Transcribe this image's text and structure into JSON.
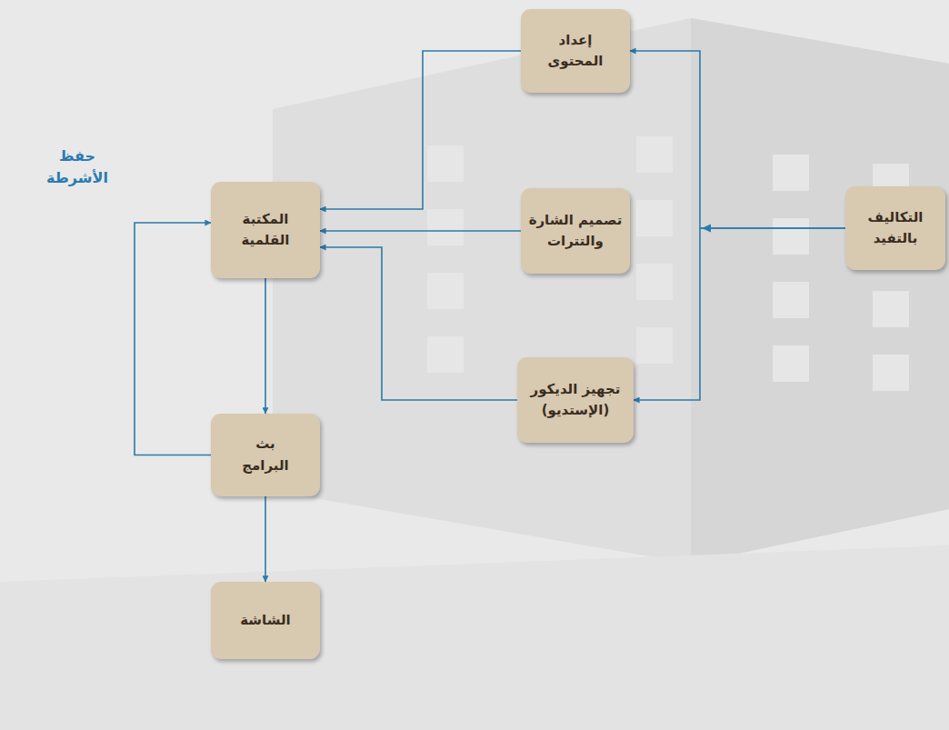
{
  "diagram": {
    "nodes": [
      {
        "text": [
          "التكاليف بالتفيد"
        ]
      },
      {
        "text": [
          "إعداد المحتوى"
        ]
      },
      {
        "text": [
          "تصميم الشارة والتترات"
        ]
      },
      {
        "text": [
          "تجهيز الديكور (الإستديو)"
        ]
      },
      {
        "text": [
          "المكتبة القلمية"
        ]
      },
      {
        "text": [
          "بث البرامج"
        ]
      },
      {
        "text": [
          "الشاشة"
        ]
      }
    ],
    "edges": [
      {
        "from": 0,
        "to": 1,
        "arrow": "to"
      },
      {
        "from": 0,
        "to": 3,
        "arrow": "to"
      },
      {
        "from": 1,
        "to": 4,
        "arrow": "to"
      },
      {
        "from": 2,
        "to": 4,
        "arrow": "to"
      },
      {
        "from": 3,
        "to": 4,
        "arrow": "to"
      },
      {
        "from": 4,
        "to": 5,
        "arrow": "to"
      },
      {
        "from": 5,
        "to": 6,
        "arrow": "to"
      },
      {
        "from": 5,
        "to": 4,
        "label": "حفظ الأشرطة",
        "arrow": "to"
      }
    ]
  }
}
